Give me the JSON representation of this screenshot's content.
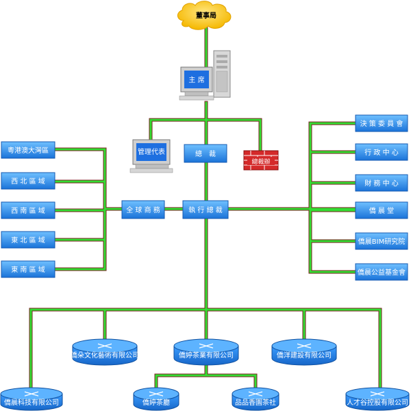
{
  "colors": {
    "line_green": "#22cc22",
    "line_edge": "#8b1a1a",
    "box_blue": "#1e90ff",
    "box_top": "#7ec8ff",
    "cloud": "#ffcc33",
    "firewall": "#cc2222"
  },
  "top": {
    "board": "董事局",
    "chairman": "主 席"
  },
  "middle": {
    "mgmt_rep": "管理代表",
    "president": "總　裁",
    "firewall_label": "總裁辦"
  },
  "core": {
    "global_business": "全 球 商 務",
    "executive_president": "執 行 總 裁"
  },
  "regions": [
    "粵港澳大灣區",
    "西 北 區 域",
    "西 南 區 域",
    "東 北 區 域",
    "東 南 區 域"
  ],
  "departments": [
    "決 策 委 員 會",
    "行 政 中 心",
    "財 務 中 心",
    "僑 晨 堂",
    "僑晨BIM研究院",
    "僑晨公益基金會"
  ],
  "companies": {
    "row1": [
      "僑朵文化藝術有限公司",
      "僑婷茶業有限公司",
      "僑洋建設有限公司"
    ],
    "row2": [
      "僑晨科技有限公司",
      "僑婷茶廳",
      "品品香園茶社",
      "人才谷控股有限公司"
    ]
  }
}
